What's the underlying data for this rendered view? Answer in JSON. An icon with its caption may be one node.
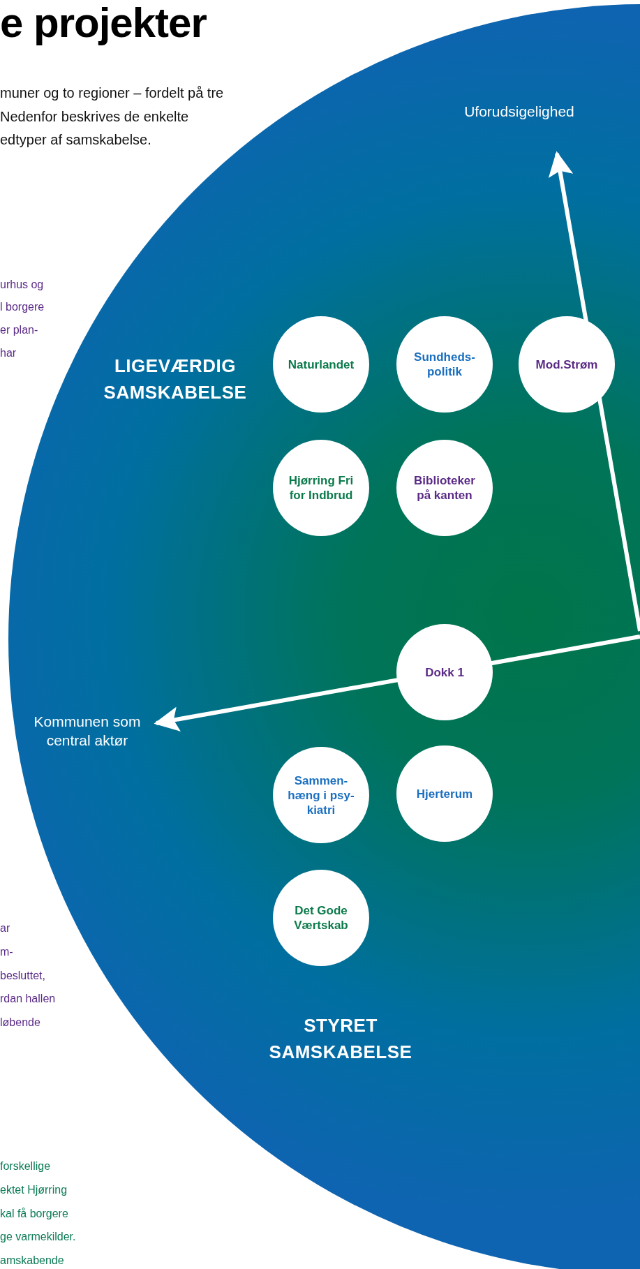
{
  "diagram": {
    "title": "e projekter",
    "nodes": [
      {
        "text": [
          "Naturlandet"
        ]
      },
      {
        "text": [
          "Sundheds- politik"
        ]
      },
      {
        "text": [
          "Mod.Strøm"
        ]
      },
      {
        "text": [
          "Hjørring Fri for Indbrud"
        ]
      },
      {
        "text": [
          "Biblioteker på kanten"
        ]
      },
      {
        "text": [
          "Dokk 1"
        ]
      },
      {
        "text": [
          "Sammen- hæng i psy- kiatri"
        ]
      },
      {
        "text": [
          "Hjerterum"
        ]
      },
      {
        "text": [
          "Det Gode Værtskab"
        ]
      }
    ],
    "labels": [
      "muner og to regioner – fordelt på tre",
      "Nedenfor beskrives de enkelte",
      "edtyper af samskabelse.",
      "Uforudsigelighed",
      "urhus og",
      "l borgere",
      "er plan-",
      "har",
      "LIGEVÆRDIG SAMSKABELSE",
      "Kommunen som central aktør",
      "ar",
      "m-",
      "besluttet,",
      "rdan hallen",
      "løbende",
      "STYRET SAMSKABELSE",
      "forskellige",
      "ektet Hjørring",
      "kal få borgere",
      "ge varmekilder.",
      "amskabende"
    ]
  }
}
